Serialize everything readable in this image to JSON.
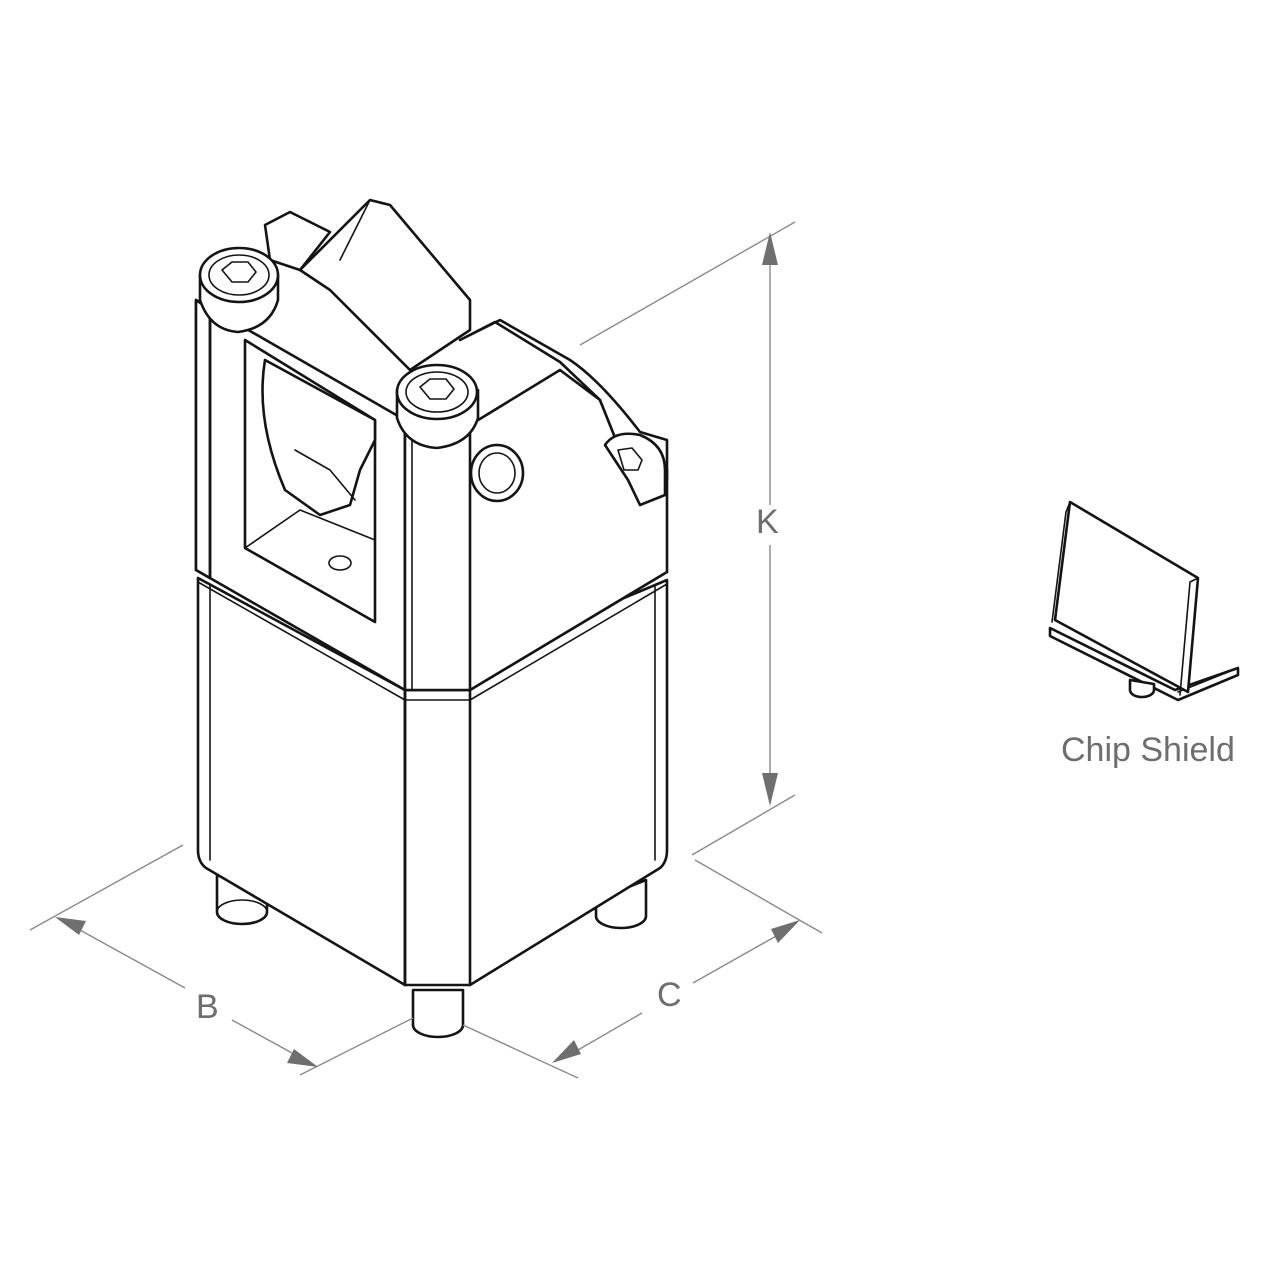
{
  "dimensions": {
    "k_label": "K",
    "b_label": "B",
    "c_label": "C"
  },
  "accessory": {
    "caption": "Chip Shield"
  },
  "colors": {
    "outline": "#141414",
    "dimension_line": "#8a8a8a",
    "label_text": "#6e6e6e",
    "background": "#ffffff"
  }
}
